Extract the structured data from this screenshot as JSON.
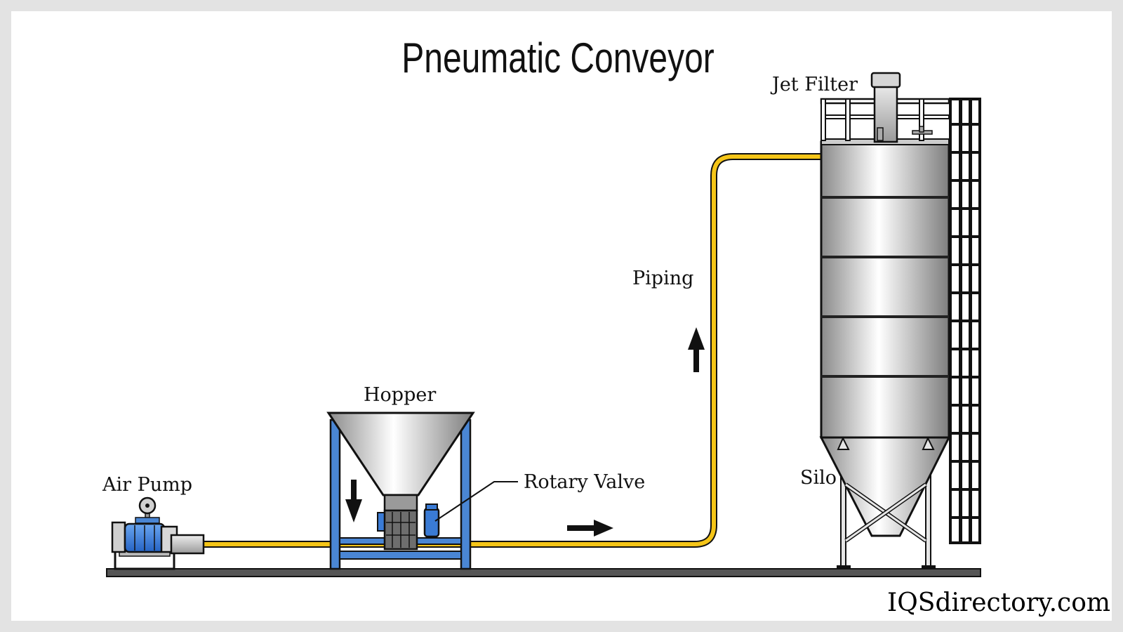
{
  "title": "Pneumatic Conveyor",
  "labels": {
    "jet_filter": "Jet Filter",
    "piping": "Piping",
    "hopper": "Hopper",
    "rotary_valve": "Rotary Valve",
    "air_pump": "Air Pump",
    "silo": "Silo"
  },
  "brand": "IQSdirectory.com",
  "colors": {
    "pipe": "#f5c518",
    "frame_blue": "#4a86d4",
    "motor_blue": "#3a7bd5",
    "outline": "#111111",
    "background": "#ffffff",
    "border": "#e3e3e3"
  },
  "icons": {
    "down_arrow": "arrow-down-icon",
    "up_arrow": "arrow-up-icon",
    "right_arrow": "arrow-right-icon"
  }
}
